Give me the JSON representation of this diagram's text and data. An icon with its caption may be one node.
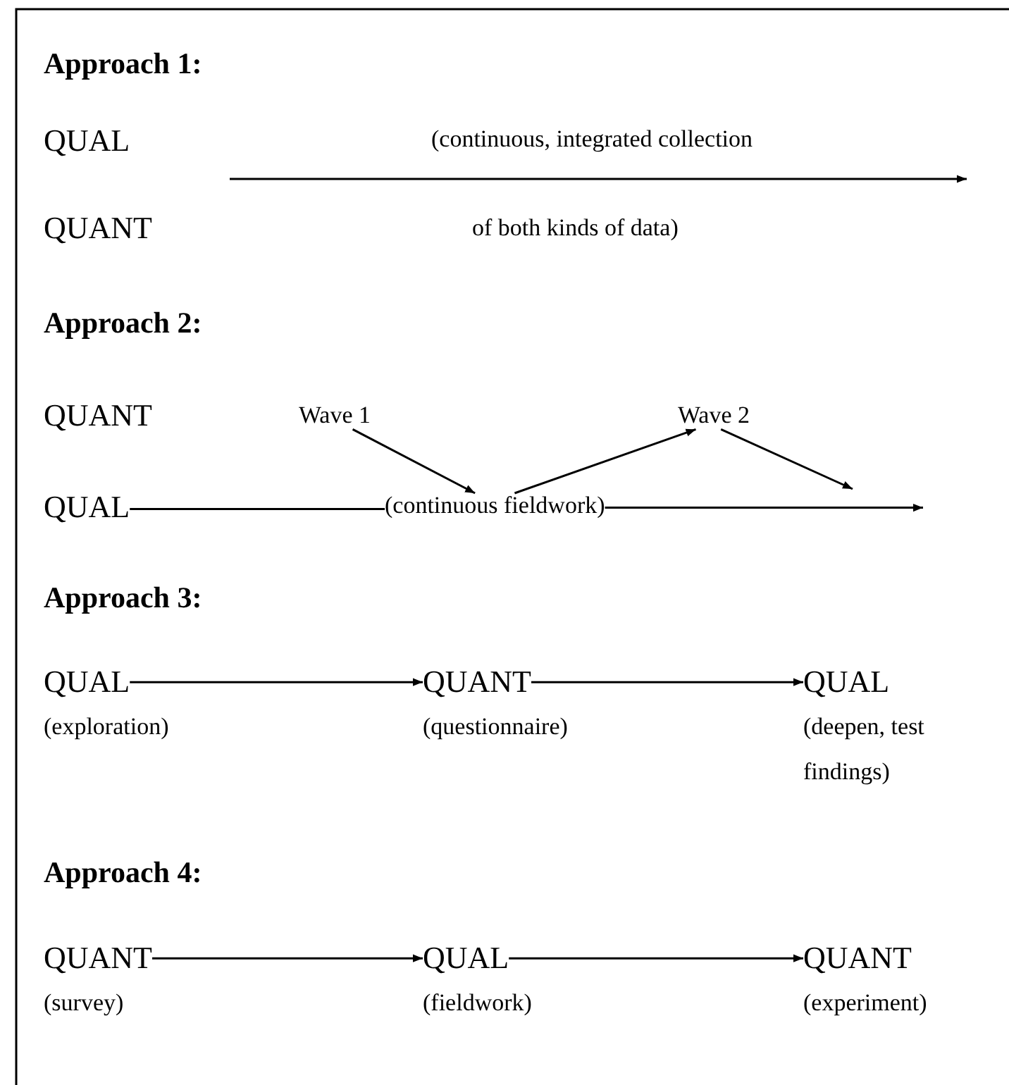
{
  "diagram": {
    "nodes": [
      {
        "text": [
          "Wave 1"
        ]
      },
      {
        "text": [
          "Wave 2"
        ]
      },
      {
        "text": [
          "QUAL"
        ]
      },
      {
        "text": [
          "(continuous fieldwork)"
        ]
      },
      {
        "text": [
          "QUAL"
        ],
        "beside": [
          "(exploration)"
        ]
      },
      {
        "text": [
          "QUANT"
        ],
        "beside": [
          "(questionnaire)"
        ]
      },
      {
        "text": [
          "QUAL"
        ],
        "beside": [
          "(deepen, test findings)"
        ]
      },
      {
        "text": [
          "QUANT"
        ],
        "beside": [
          "(survey)"
        ]
      },
      {
        "text": [
          "QUAL"
        ],
        "beside": [
          "(fieldwork)"
        ]
      },
      {
        "text": [
          "QUANT"
        ],
        "beside": [
          "(experiment)"
        ]
      }
    ],
    "edges": [
      {
        "from": 0,
        "to": 3,
        "arrow": "to"
      },
      {
        "from": 3,
        "to": 1,
        "arrow": "to"
      },
      {
        "from": 1,
        "to": null,
        "arrow": "to"
      },
      {
        "from": 2,
        "to": 3,
        "arrow": "none"
      },
      {
        "from": 3,
        "to": null,
        "arrow": "to"
      },
      {
        "from": 4,
        "to": 5,
        "arrow": "to"
      },
      {
        "from": 5,
        "to": 6,
        "arrow": "to"
      },
      {
        "from": 7,
        "to": 8,
        "arrow": "to"
      },
      {
        "from": 8,
        "to": 9,
        "arrow": "to"
      }
    ],
    "labels": [
      "Approach 1:",
      "QUAL",
      "(continuous, integrated collection",
      "QUANT",
      "of both kinds of data)",
      "Approach 2:",
      "QUANT",
      "Approach 3:",
      "Approach 4:"
    ]
  }
}
